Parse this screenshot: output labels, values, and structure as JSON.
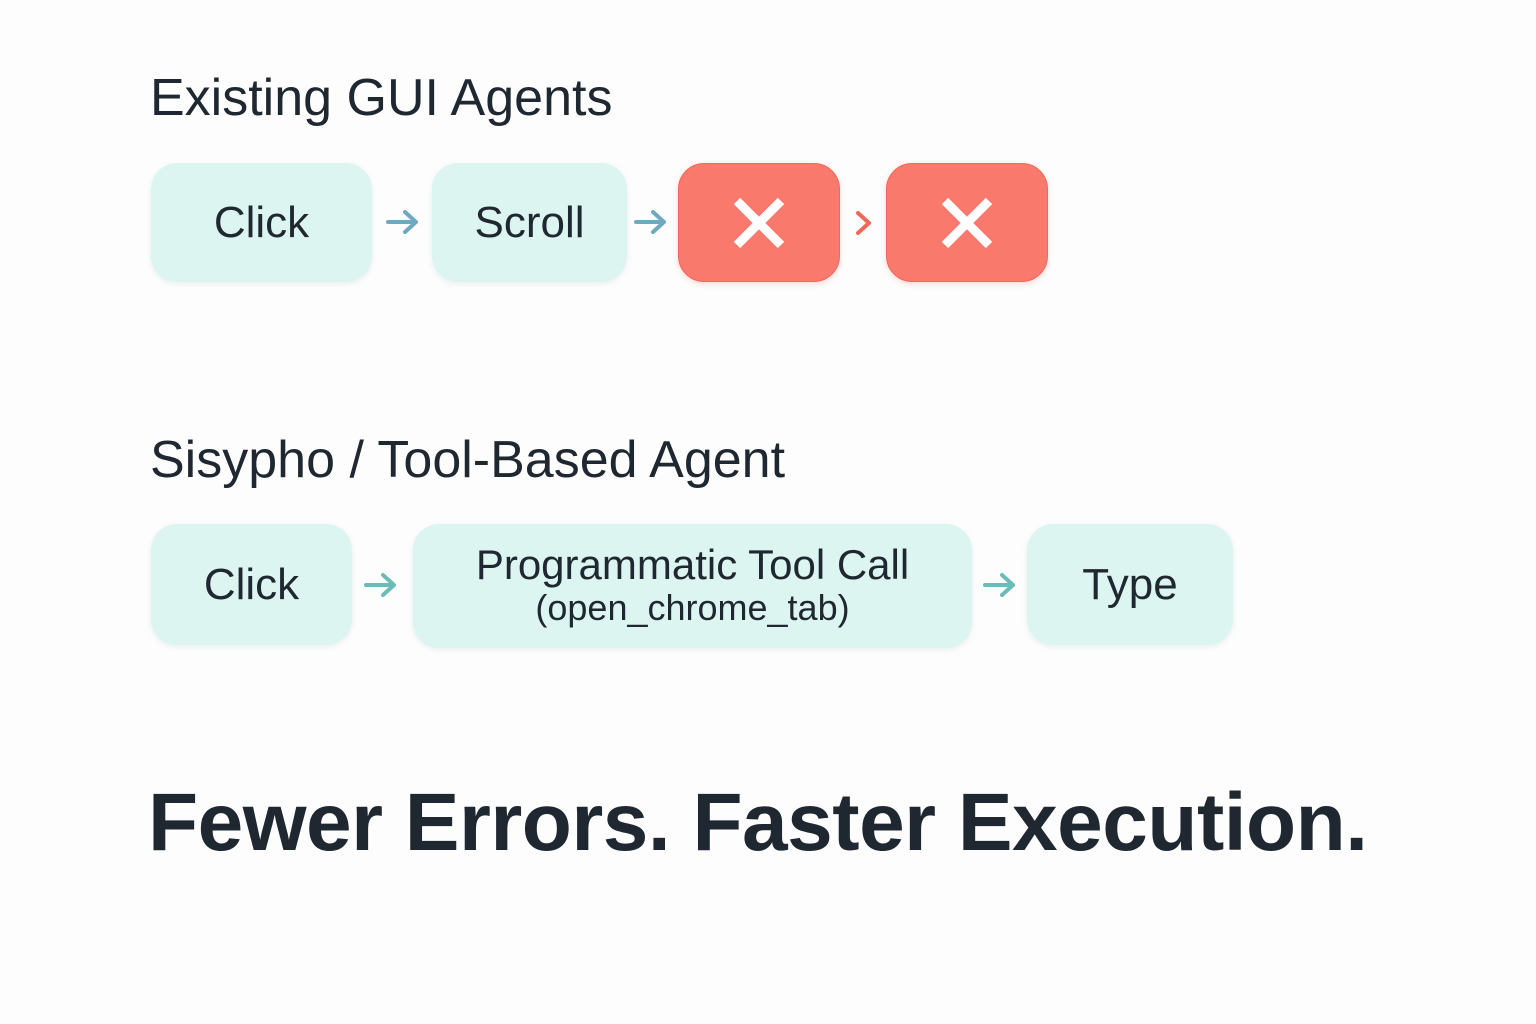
{
  "sections": {
    "existing": {
      "title": "Existing GUI Agents",
      "steps": [
        {
          "label": "Click"
        },
        {
          "label": "Scroll"
        }
      ],
      "failures": [
        {
          "icon": "close-icon"
        },
        {
          "icon": "close-icon"
        }
      ]
    },
    "sisypho": {
      "title": "Sisypho / Tool-Based Agent",
      "steps": [
        {
          "label": "Click"
        },
        {
          "label": "Programmatic Tool Call",
          "sublabel": "(open_chrome_tab)"
        },
        {
          "label": "Type"
        }
      ]
    }
  },
  "tagline": "Fewer Errors. Faster Execution.",
  "colors": {
    "step_fill": "#dcf5f0",
    "failure_fill": "#f97a6c",
    "arrow_teal": "#6bbcb8",
    "arrow_blue": "#6ea9c2",
    "arrow_red": "#f06a5a",
    "text": "#1f2731"
  }
}
